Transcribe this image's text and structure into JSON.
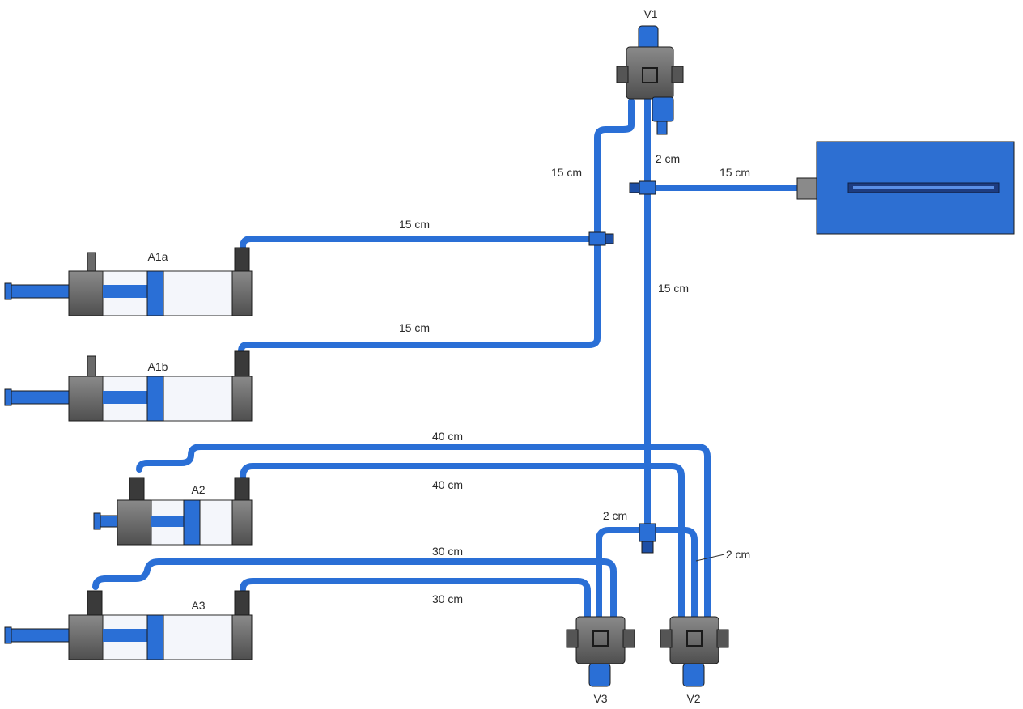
{
  "colors": {
    "hose": "#2a6fd6",
    "hose_dark": "#1d4fa6",
    "body": "#6a6a6a",
    "tank": "#2d6fd2"
  },
  "components": {
    "v1": "V1",
    "v2": "V2",
    "v3": "V3",
    "a1a": "A1a",
    "a1b": "A1b",
    "a2": "A2",
    "a3": "A3"
  },
  "lengths": {
    "v1_down": "15 cm",
    "v1_stub": "2 cm",
    "tank_line": "15 cm",
    "a1a_line": "15 cm",
    "a1b_line": "15 cm",
    "main_vertical": "15 cm",
    "a2_upper": "40 cm",
    "a2_lower": "40 cm",
    "v_tee_left": "2 cm",
    "v_tee_right": "2 cm",
    "a3_upper": "30 cm",
    "a3_lower": "30 cm"
  }
}
